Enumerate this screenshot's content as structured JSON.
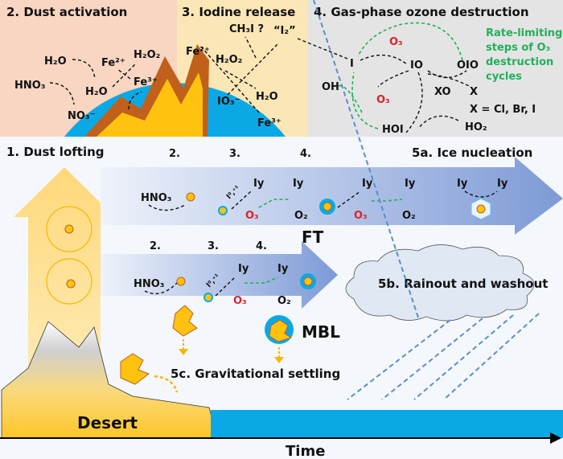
{
  "panels": {
    "p2": {
      "title": "2. Dust activation",
      "color": "#f8d6c2"
    },
    "p3": {
      "title": "3. Iodine release",
      "color": "#fbe6b6"
    },
    "p4": {
      "title": "4. Gas-phase ozone destruction",
      "color": "#e4e4e4"
    }
  },
  "dust_activation": {
    "h2o": "H₂O",
    "hno3": "HNO₃",
    "h2o_in": "H₂O",
    "no3": "NO₃⁻",
    "fe2": "Fe²⁺",
    "h2o2": "H₂O₂",
    "fe3": "Fe³⁺"
  },
  "iodine_release": {
    "fe2": "Fe²⁺",
    "h2o2": "H₂O₂",
    "h2o": "H₂O",
    "io3": "IO₃⁻",
    "fe3": "Fe³⁺",
    "ch3i": "CH₃I ?",
    "i2": "“I₂”"
  },
  "ozone_destruction": {
    "i": "I",
    "o3_top": "O₃",
    "io": "IO",
    "oio": "OIO",
    "o3_bottom": "O₃",
    "xo": "XO",
    "x": "X",
    "x_def": "X = Cl, Br, I",
    "oh": "OH",
    "hoi": "HOI",
    "ho2": "HO₂",
    "rate_limiting": [
      "Rate-limiting",
      "steps of O₃",
      "destruction",
      "cycles"
    ]
  },
  "timeline": {
    "dust_lofting": "1. Dust lofting",
    "ft_steps": [
      "2.",
      "3.",
      "4.",
      "5a. Ice nucleation"
    ],
    "mbl_steps": [
      "2.",
      "3.",
      "4."
    ],
    "ft_label": "FT",
    "mbl_label": "MBL",
    "hno3": "HNO₃",
    "i_ox": "I⁰,⁺¹",
    "iy": "Iy",
    "o3": "O₃",
    "o2": "O₂",
    "rainout": "5b. Rainout and washout",
    "settling": "5c. Gravitational settling",
    "desert": "Desert",
    "time": "Time"
  },
  "colors": {
    "water": "#0aa9e6",
    "dust": "#ffc20e",
    "dust_edge": "#c0601a",
    "ozone": "#e0202a",
    "rate_green": "#22b05a"
  }
}
